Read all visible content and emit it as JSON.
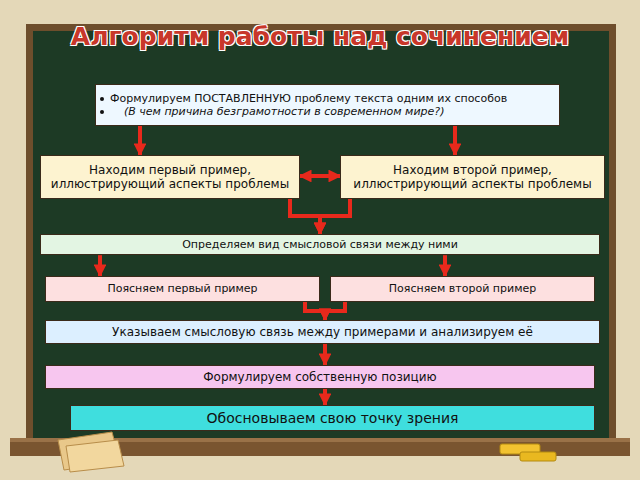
{
  "diagram": {
    "title": "Алгоритм работы над сочинением",
    "nodes": [
      {
        "text": [
          "Формулируем ПОСТАВЛЕННУЮ проблему текста одним их способов",
          "(В чем причина безграмотности в современном мире?)"
        ]
      },
      {
        "text": [
          "Находим первый пример, иллюстрирующий аспекты проблемы"
        ]
      },
      {
        "text": [
          "Находим второй пример, иллюстрирующий аспекты проблемы"
        ]
      },
      {
        "text": [
          "Определяем вид смысловой связи между ними"
        ]
      },
      {
        "text": [
          "Поясняем первый пример"
        ]
      },
      {
        "text": [
          "Поясняем второй пример"
        ]
      },
      {
        "text": [
          "Указываем смысловую связь между примерами и анализируем её"
        ]
      },
      {
        "text": [
          "Формулируем собственную позицию"
        ]
      },
      {
        "text": [
          "Обосновываем свою точку зрения"
        ]
      }
    ],
    "edges": [
      {
        "from": 0,
        "to": 1,
        "arrow": "to"
      },
      {
        "from": 0,
        "to": 2,
        "arrow": "to"
      },
      {
        "from": 1,
        "to": 2,
        "arrow": "both"
      },
      {
        "from": 1,
        "to": 3,
        "arrow": "to"
      },
      {
        "from": 2,
        "to": 3,
        "arrow": "to"
      },
      {
        "from": 3,
        "to": 4,
        "arrow": "to"
      },
      {
        "from": 3,
        "to": 5,
        "arrow": "to"
      },
      {
        "from": 4,
        "to": 6,
        "arrow": "to"
      },
      {
        "from": 5,
        "to": 6,
        "arrow": "to"
      },
      {
        "from": 6,
        "to": 7,
        "arrow": "to"
      },
      {
        "from": 7,
        "to": 8,
        "arrow": "to"
      }
    ]
  }
}
